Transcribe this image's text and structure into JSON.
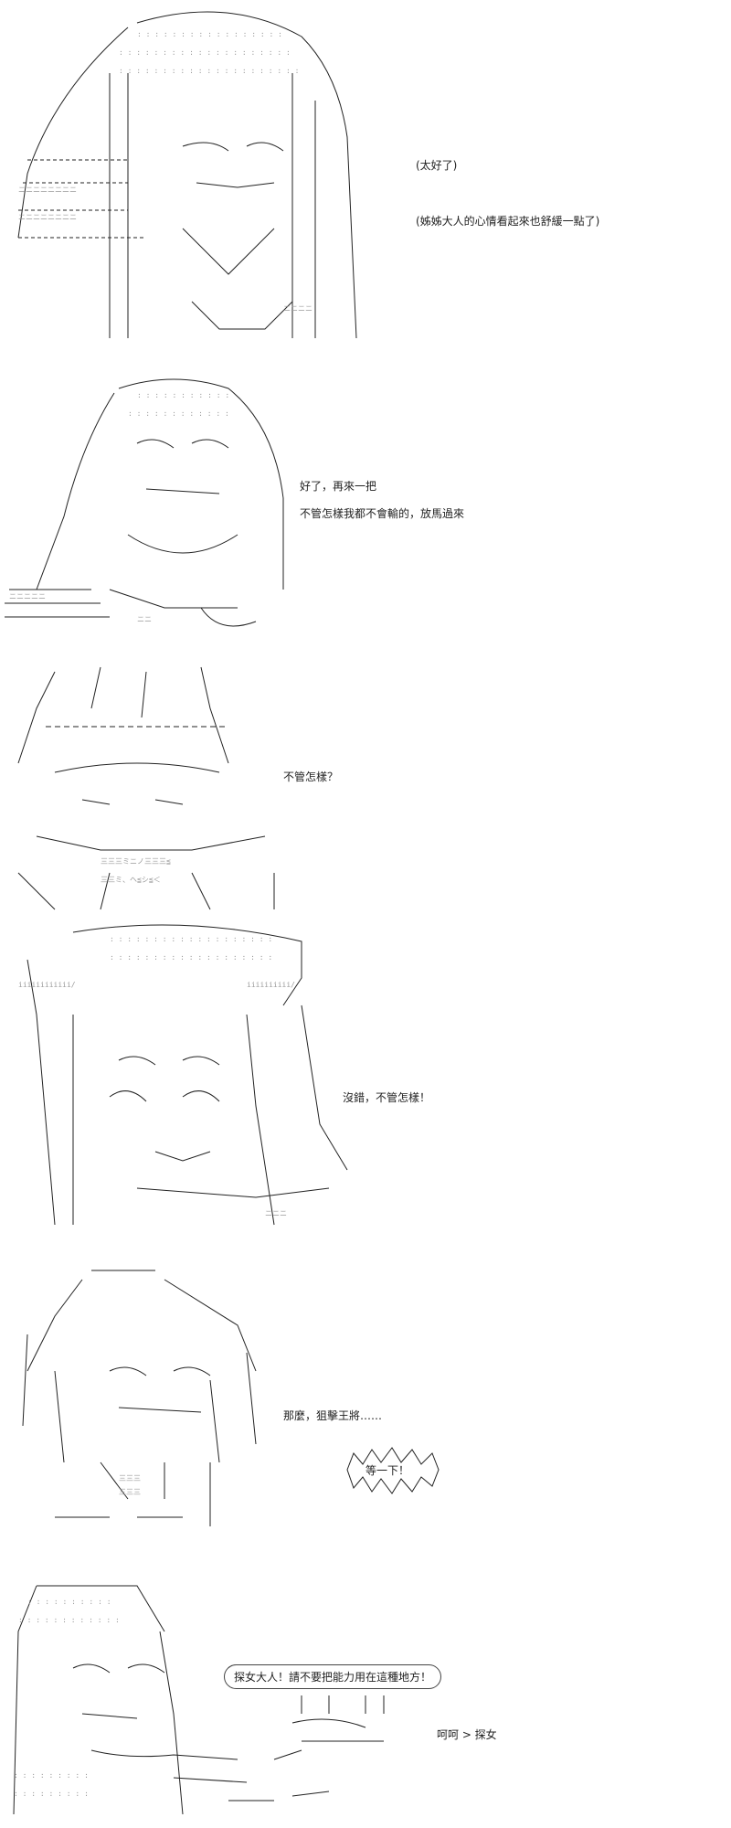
{
  "panels": [
    {
      "lines": [
        "(太好了)",
        "(姊姊大人的心情看起來也舒緩一點了)"
      ]
    },
    {
      "lines": [
        "好了，再來一把",
        "不管怎樣我都不會輸的，放馬過來"
      ]
    },
    {
      "lines": [
        "不管怎樣？"
      ]
    },
    {
      "lines": [
        "沒錯，不管怎樣！"
      ]
    },
    {
      "lines": [
        "那麼，狙擊王將……"
      ],
      "shout": "等一下！"
    },
    {
      "bubble": "探女大人！請不要把能力用在這種地方！",
      "note": "呵呵 > 探女"
    }
  ],
  "colors": {
    "ink": "#222222",
    "tone": "#9a9a9a",
    "paper": "#ffffff"
  }
}
